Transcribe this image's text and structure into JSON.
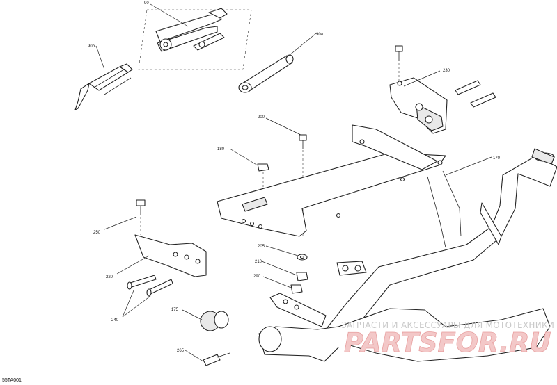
{
  "diagram": {
    "reference_code": "55TA001",
    "callouts": {
      "tool_kit": "90",
      "screwdriver": "90b",
      "spark_plug_wrench": "90a",
      "bolt_top": "200",
      "nut_left": "180",
      "bracket_rear": "230",
      "bumper_tube": "170",
      "bolt_left": "250",
      "bracket_left": "220",
      "bolts_pair": "240",
      "washer": "205",
      "nut_small": "210",
      "nut_flange": "290",
      "cap": "175",
      "bolt_bottom": "265"
    }
  },
  "watermark": {
    "line1": "ЗАПЧАСТИ И АКСЕССУАРЫ ДЛЯ МОТОТЕХНИКИ",
    "logo": "PARTSFOR.RU"
  }
}
